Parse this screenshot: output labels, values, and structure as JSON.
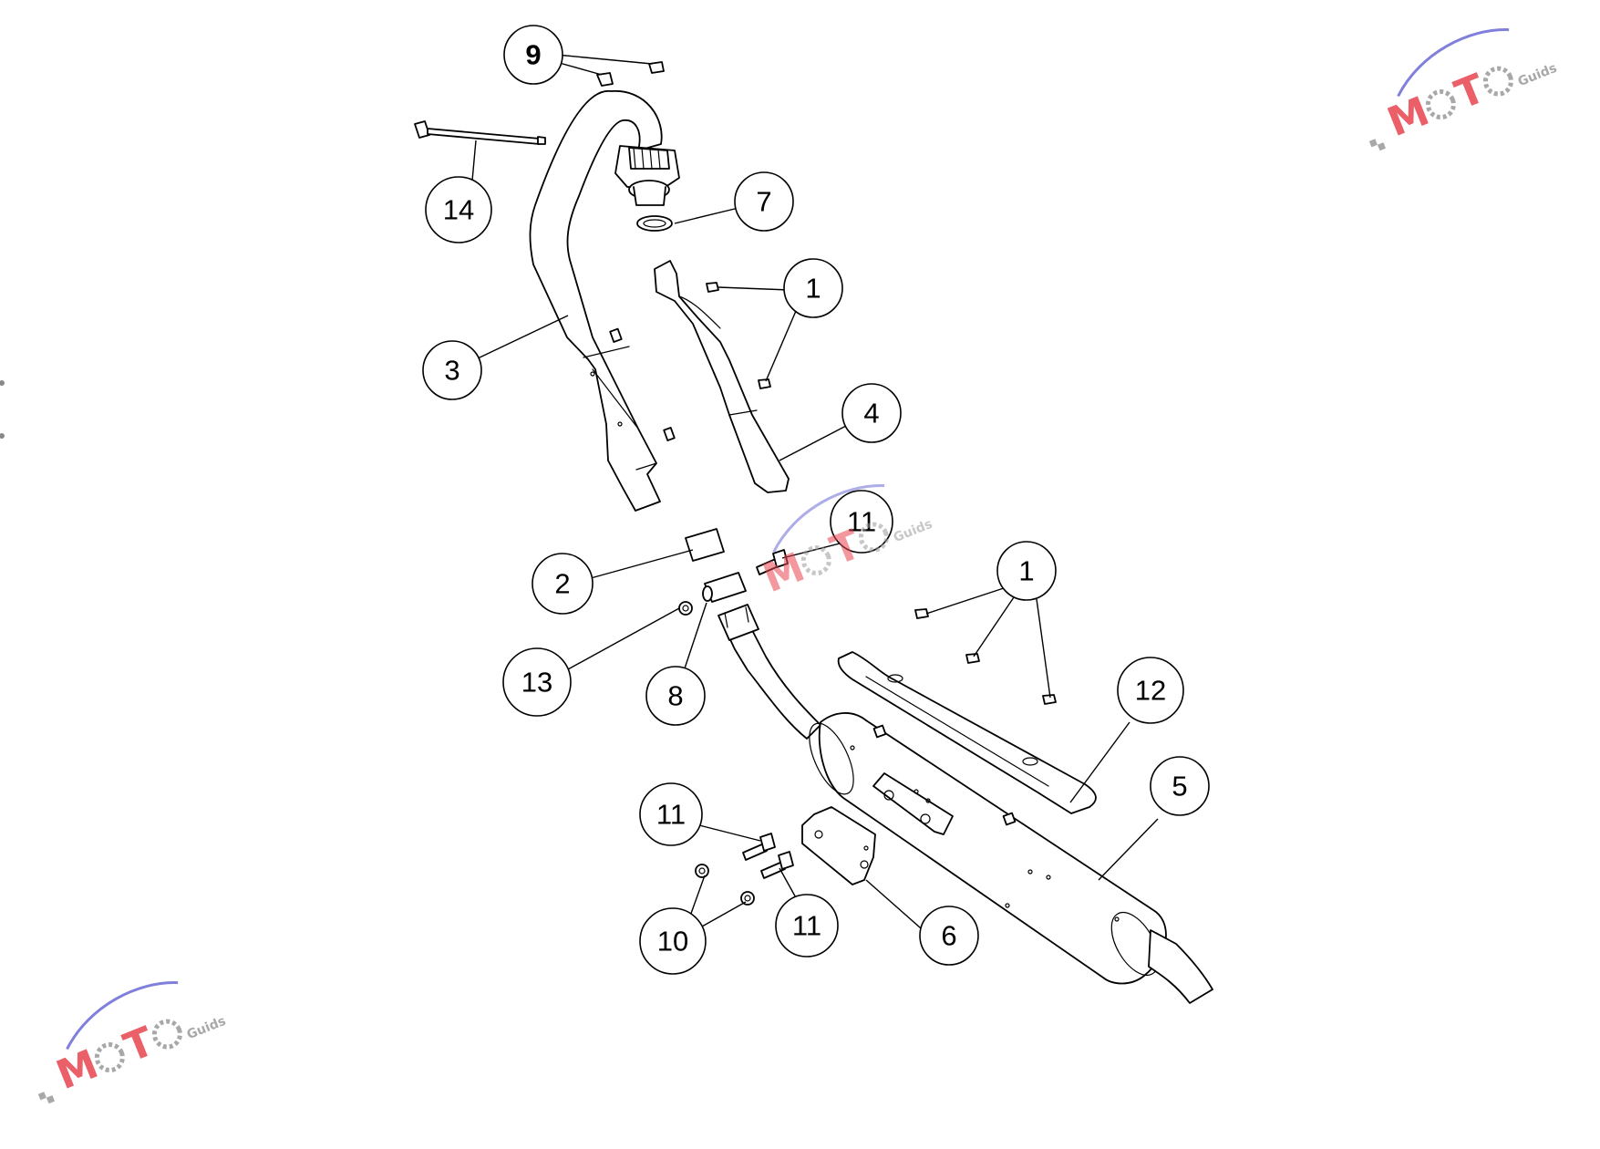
{
  "diagram": {
    "callouts": [
      {
        "id": "c9",
        "label": "9"
      },
      {
        "id": "c14",
        "label": "14"
      },
      {
        "id": "c7",
        "label": "7"
      },
      {
        "id": "c1a",
        "label": "1"
      },
      {
        "id": "c3",
        "label": "3"
      },
      {
        "id": "c4",
        "label": "4"
      },
      {
        "id": "c11a",
        "label": "11"
      },
      {
        "id": "c2",
        "label": "2"
      },
      {
        "id": "c1b",
        "label": "1"
      },
      {
        "id": "c13",
        "label": "13"
      },
      {
        "id": "c8",
        "label": "8"
      },
      {
        "id": "c12",
        "label": "12"
      },
      {
        "id": "c5",
        "label": "5"
      },
      {
        "id": "c11b",
        "label": "11"
      },
      {
        "id": "c10",
        "label": "10"
      },
      {
        "id": "c11c",
        "label": "11"
      },
      {
        "id": "c6",
        "label": "6"
      }
    ]
  },
  "watermark": {
    "brand": "MOTO",
    "tagline": "Guids",
    "colors": {
      "red": "#e8444f",
      "blue": "#6b6bd6",
      "gray": "#9a9a9a"
    }
  }
}
